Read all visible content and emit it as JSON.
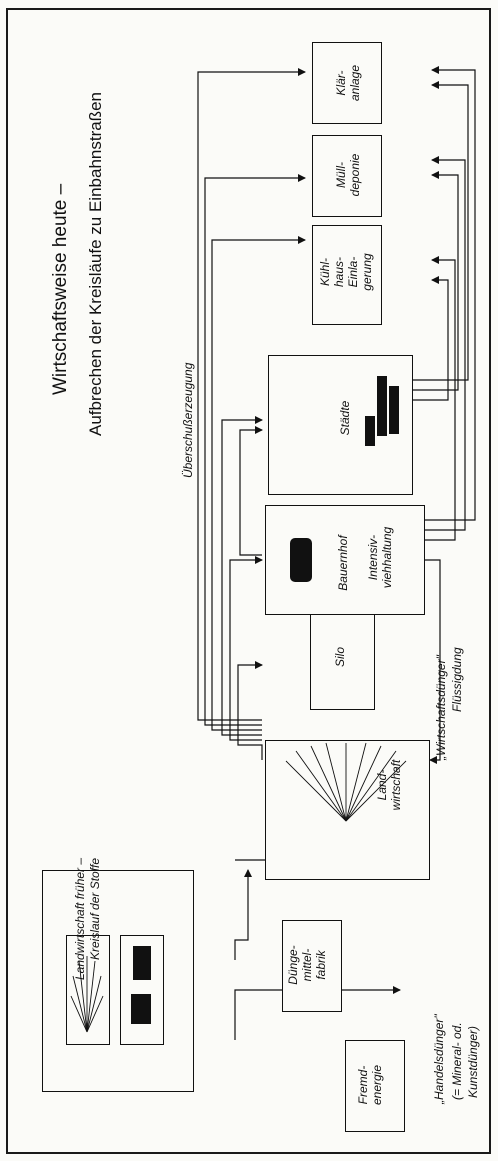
{
  "title": {
    "line1": "Wirtschaftsweise heute –",
    "line2": "Aufbrechen der Kreisläufe zu Einbahnstraßen"
  },
  "early": {
    "line1": "Landwirtschaft früher –",
    "line2": "Kreislauf der Stoffe"
  },
  "labels": {
    "surplus": "Überschußerzeugung",
    "farm_fertilizer": "„Wirtschaftsdünger\"",
    "liquid_manure": "Flüssigdung",
    "commercial_fertilizer_1": "„Handelsdünger\"",
    "commercial_fertilizer_2": "(= Mineral- od.",
    "commercial_fertilizer_3": "Kunstdünger)"
  },
  "boxes": {
    "fremdenergie": "Fremd-\nenergie",
    "duengemittelfabrik": "Dünge-\nmittel-\nfabrik",
    "landwirtschaft": "Land-\nwirtschaft",
    "silo": "Silo",
    "bauernhof_1": "Bauernhof",
    "bauernhof_2": "Intensiv-\nviehhaltung",
    "staedte": "Städte",
    "kuehlhaus": "Kühl-\nhaus-\nEinla-\ngerung",
    "muelldeponie": "Müll-\ndeponie",
    "klaeranlage": "Klär-\nanlage"
  }
}
